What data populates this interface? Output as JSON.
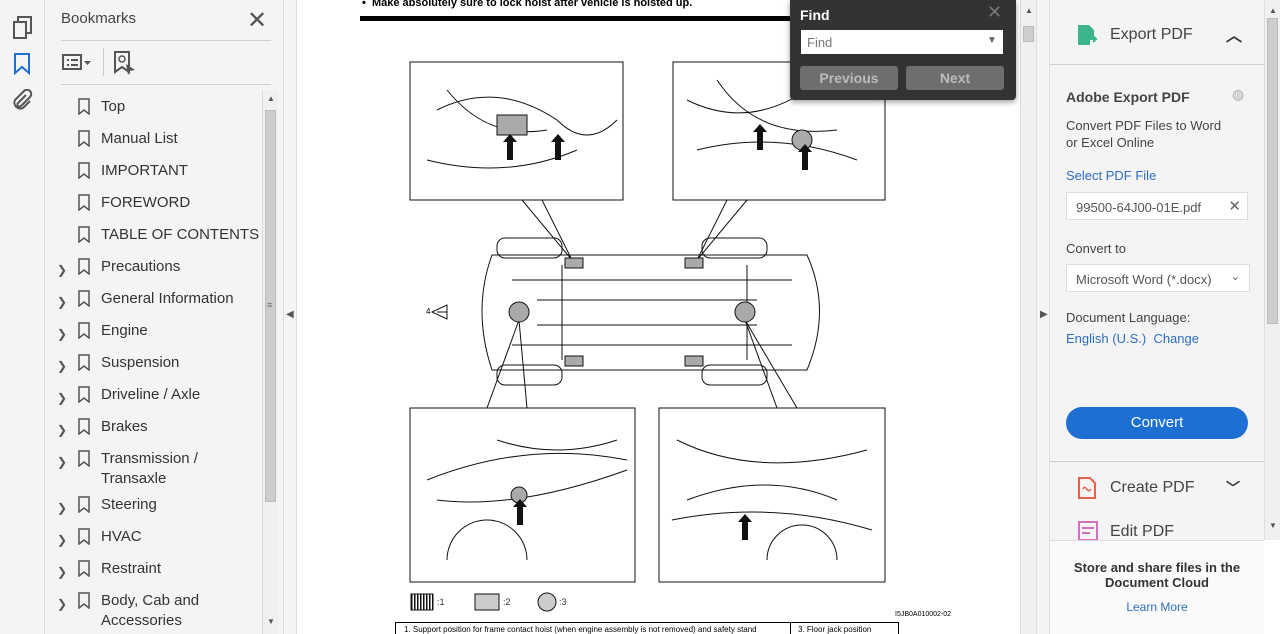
{
  "left_rail": {
    "icons": [
      "page-thumbnails-icon",
      "bookmarks-icon",
      "attachments-icon"
    ]
  },
  "bookmarks": {
    "title": "Bookmarks",
    "items": [
      {
        "label": "Top",
        "expandable": false
      },
      {
        "label": "Manual List",
        "expandable": false
      },
      {
        "label": "IMPORTANT",
        "expandable": false
      },
      {
        "label": "FOREWORD",
        "expandable": false
      },
      {
        "label": "TABLE OF CONTENTS",
        "expandable": false
      },
      {
        "label": "Precautions",
        "expandable": true
      },
      {
        "label": "General Information",
        "expandable": true
      },
      {
        "label": "Engine",
        "expandable": true
      },
      {
        "label": "Suspension",
        "expandable": true
      },
      {
        "label": "Driveline / Axle",
        "expandable": true
      },
      {
        "label": "Brakes",
        "expandable": true
      },
      {
        "label": "Transmission / Transaxle",
        "expandable": true
      },
      {
        "label": "Steering",
        "expandable": true
      },
      {
        "label": "HVAC",
        "expandable": true
      },
      {
        "label": "Restraint",
        "expandable": true
      },
      {
        "label": "Body, Cab and Accessories",
        "expandable": true
      }
    ]
  },
  "document": {
    "warning": "Make absolutely sure to lock hoist after vehicle is hoisted up.",
    "arrow_label": "4",
    "legend": [
      ":1",
      ":2",
      ":3"
    ],
    "figure_code": "I5JB0A010002-02",
    "table": {
      "cell1": "1.   Support position for frame contact hoist (when engine assembly is not removed) and safety stand",
      "cell2": "3.   Floor jack position"
    }
  },
  "find": {
    "title": "Find",
    "placeholder": "Find",
    "previous": "Previous",
    "next": "Next"
  },
  "right_panel": {
    "export_title": "Export PDF",
    "section_title": "Adobe Export PDF",
    "desc1": "Convert PDF Files to Word",
    "desc2": "or Excel Online",
    "select_label": "Select PDF File",
    "file_name": "99500-64J00-01E.pdf",
    "convert_to_label": "Convert to",
    "convert_to_value": "Microsoft Word (*.docx)",
    "language_label": "Document Language:",
    "language_value": "English (U.S.)",
    "change": "Change",
    "convert_button": "Convert",
    "create_pdf": "Create PDF",
    "edit_pdf": "Edit PDF",
    "cloud_line1": "Store and share files in the",
    "cloud_line2": "Document Cloud",
    "learn_more": "Learn More",
    "accent": "#1d6fd1"
  }
}
